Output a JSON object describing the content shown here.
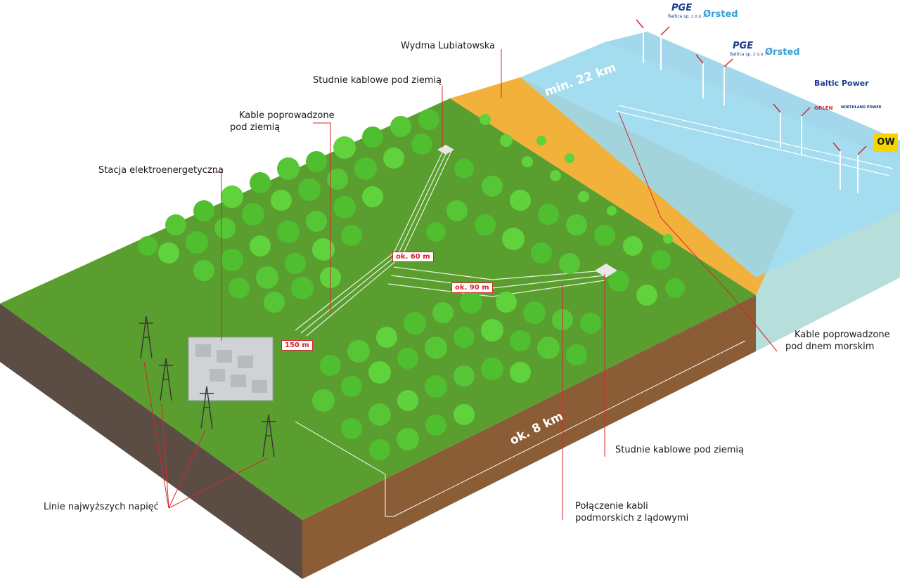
{
  "labels": {
    "wydma": "Wydma Lubiatowska",
    "studnie_top": "Studnie kablowe pod ziemią",
    "kable_ziemia_1": "Kable poprowadzone",
    "kable_ziemia_2": "pod ziemią",
    "stacja": "Stacja elektroenergetyczna",
    "kable_morze_1": "Kable poprowadzone",
    "kable_morze_2": "pod dnem morskim",
    "studnie_bottom": "Studnie kablowe pod ziemią",
    "polaczenie_1": "Połączenie kabli",
    "polaczenie_2": "podmorskich z lądowymi",
    "linie": "Linie najwyższych napięć"
  },
  "measurements": {
    "m60": "ok. 60 m",
    "m90": "ok. 90 m",
    "m150": "150 m",
    "km22": "min. 22 km",
    "km8": "ok. 8 km"
  },
  "logos": {
    "pge1": "PGE",
    "pge1_sub": "Baltica sp. z o.o.",
    "orsted1": "Ørsted",
    "pge2": "PGE",
    "pge2_sub": "Baltica sp. z o.o.",
    "orsted2": "Ørsted",
    "baltic": "Baltic Power",
    "orlen": "ORLEN",
    "northland": "NORTHLAND POWER",
    "ow": "OW"
  },
  "colors": {
    "grass": "#5a9e2f",
    "grass_side": "#3f7a23",
    "earth_side": "#8a5c34",
    "earth_front": "#5a4a40",
    "sand": "#f2b13a",
    "sea": "#9ad8ee",
    "tree": "#4fbf2f",
    "leader": "#d7262c"
  }
}
